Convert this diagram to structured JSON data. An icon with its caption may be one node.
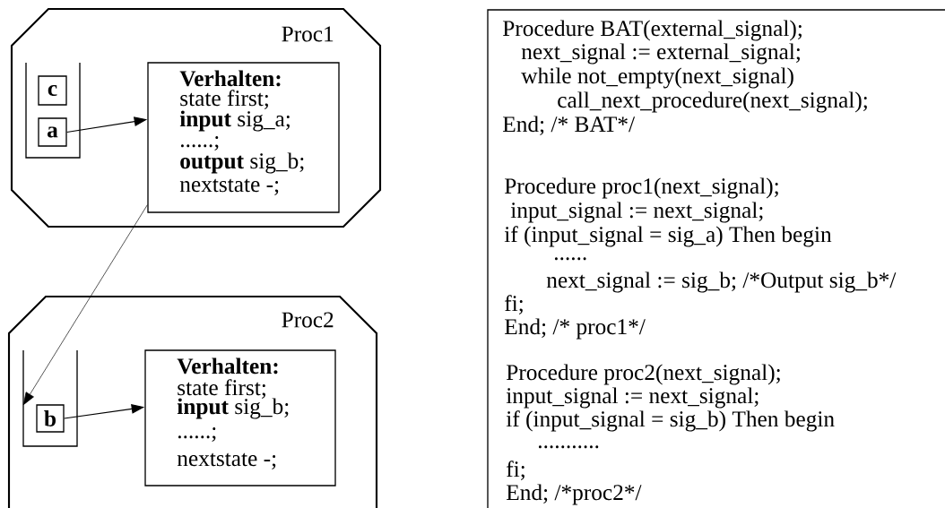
{
  "diagram": {
    "nodes": [
      {
        "text": [
          "Proc1"
        ]
      },
      {
        "text": [],
        "shape": "box",
        "in": 0
      },
      {
        "text": [
          "c"
        ],
        "in": 1
      },
      {
        "text": [
          "a"
        ],
        "in": 1
      },
      {
        "text": [
          "Verhalten:",
          "state first;",
          "**input** sig_a;",
          "......;",
          "**output** sig_b;",
          "nextstate -;"
        ],
        "in": 0
      },
      {
        "text": [
          "Proc2"
        ]
      },
      {
        "text": [],
        "shape": "box",
        "in": 5
      },
      {
        "text": [
          "b"
        ],
        "in": 6
      },
      {
        "text": [
          "Verhalten:",
          "state first;",
          "**input** sig_b;",
          "......;",
          "nextstate -;"
        ],
        "in": 5
      },
      {
        "text": [
          "Procedure BAT(external_signal);",
          "next_signal := external_signal;",
          "while not_empty(next_signal)",
          "call_next_procedure(next_signal);",
          "End; /* BAT*/",
          "Procedure proc1(next_signal);",
          "input_signal := next_signal;",
          "if (input_signal = sig_a) Then begin",
          "......",
          "next_signal := sig_b; /*Output sig_b",
          "*/",
          "fi;",
          "End; /* proc1*/",
          "Procedure proc2(next_signal);",
          "input_signal := next_signal;",
          "if (input_signal = sig_b) Then begin",
          "...........",
          "fi;",
          "End; /*proc2",
          "*/"
        ]
      }
    ],
    "edges": [
      {
        "from": 3,
        "to": 4,
        "arrow": "to"
      },
      {
        "from": 4,
        "to": 6,
        "arrow": "to"
      },
      {
        "from": 7,
        "to": 8,
        "arrow": "to"
      }
    ]
  }
}
